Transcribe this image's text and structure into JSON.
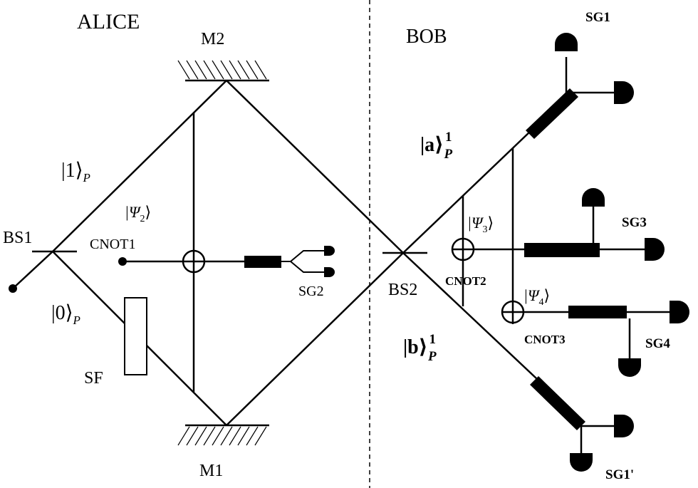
{
  "diagram": {
    "sides": {
      "left": "ALICE",
      "right": "BOB"
    },
    "mirrors": {
      "top": "M2",
      "bottom": "M1"
    },
    "beam_splitters": {
      "first": "BS1",
      "second": "BS2"
    },
    "filter": "SF",
    "gates": {
      "g1": "CNOT1",
      "g2": "CNOT2",
      "g3": "CNOT3"
    },
    "detectors": {
      "sg1": "SG1",
      "sg1p": "SG1'",
      "sg2": "SG2",
      "sg3": "SG3",
      "sg4": "SG4"
    },
    "states": {
      "path1_ket": "|1⟩",
      "path1_sub": "P",
      "path0_ket": "|0⟩",
      "path0_sub": "P",
      "a_ket": "|a⟩",
      "a_sup": "1",
      "a_sub": "P",
      "b_ket": "|b⟩",
      "b_sup": "1",
      "b_sub": "P",
      "psi2_open": "|Ψ",
      "psi2_sub": "2",
      "psi2_close": "⟩",
      "psi3_open": "|Ψ",
      "psi3_sub": "3",
      "psi3_close": "⟩",
      "psi4_open": "|Ψ",
      "psi4_sub": "4",
      "psi4_close": "⟩"
    }
  }
}
